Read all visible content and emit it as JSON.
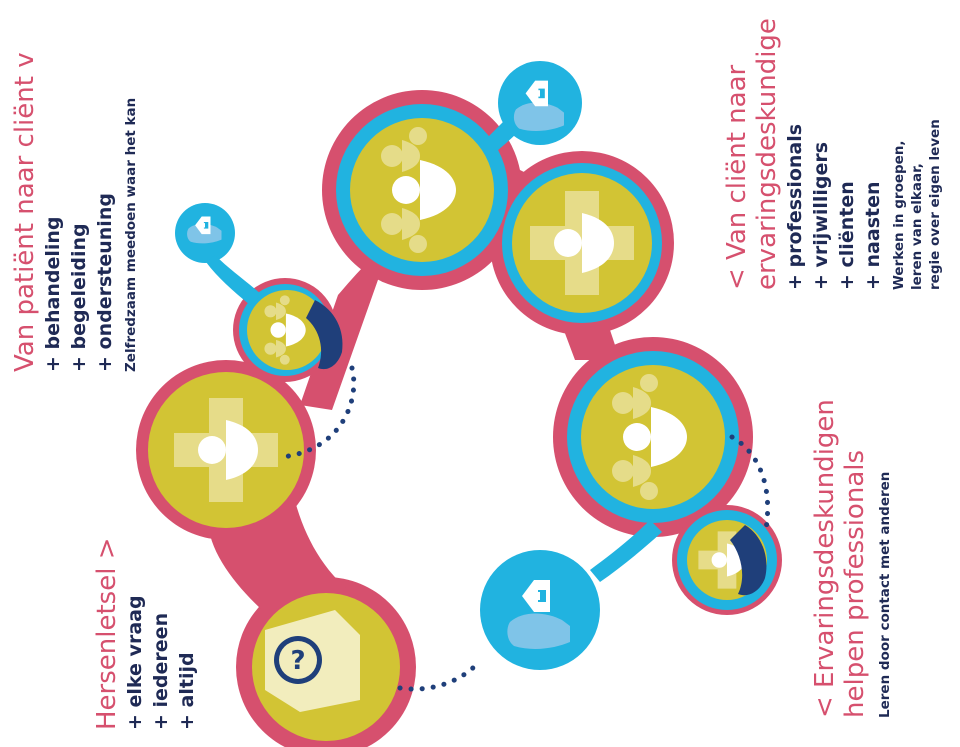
{
  "colors": {
    "pink": "#d6506e",
    "cyan": "#21b3e0",
    "light_blue": "#a6dcf3",
    "yellow": "#d2c434",
    "cream": "#f2edbd",
    "navy": "#1f3f7a"
  },
  "blocks": {
    "hersenletsel": {
      "title": "Hersenletsel >",
      "items": [
        "+ elke vraag",
        "+ iedereen",
        "+ altijd"
      ]
    },
    "patient": {
      "title": "Van patiënt naar cliënt v",
      "items": [
        "+ behandeling",
        "+ begeleiding",
        "+ ondersteuning"
      ],
      "note": "Zelfredzaam meedoen waar het kan"
    },
    "client": {
      "title_line1": "< Van cliënt naar",
      "title_line2": "ervaringsdeskundige",
      "items": [
        "+ professionals",
        "+ vrijwilligers",
        "+ cliënten",
        "+ naasten"
      ],
      "notes": [
        "Werken in groepen,",
        "leren van elkaar,",
        "regie over eigen leven"
      ]
    },
    "ervaring": {
      "title_line1": "< Ervaringsdeskundigen",
      "title_line2": "helpen professionals",
      "note": "Leren door contact met anderen"
    }
  },
  "icons": [
    {
      "name": "question-head-icon"
    },
    {
      "name": "cross-person-icon"
    },
    {
      "name": "group-person-icon"
    },
    {
      "name": "hand-icon"
    },
    {
      "name": "house-hand-icon"
    }
  ]
}
